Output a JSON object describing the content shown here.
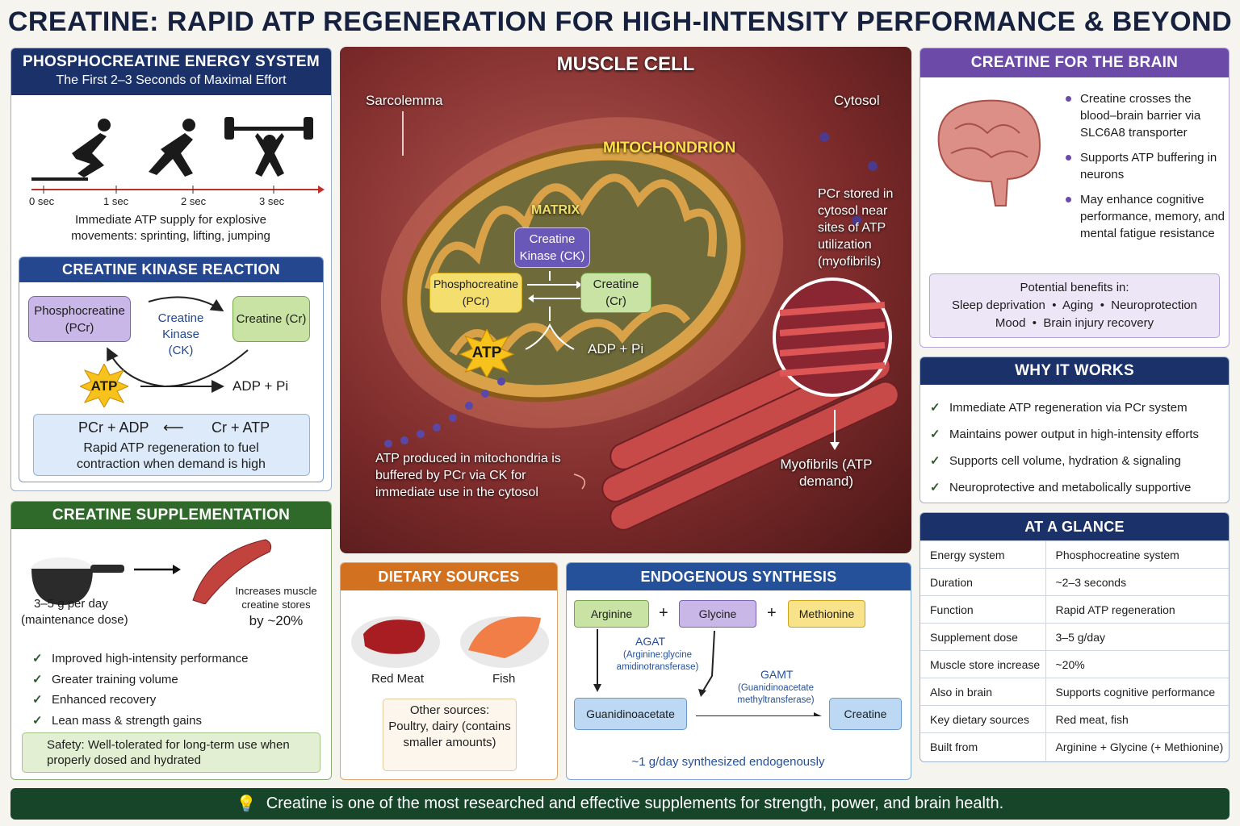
{
  "title": "CREATINE: RAPID ATP REGENERATION FOR HIGH-INTENSITY PERFORMANCE & BEYOND",
  "pcr": {
    "title": "PHOSPHOCREATINE ENERGY SYSTEM",
    "subtitle": "The First 2–3 Seconds of Maximal Effort",
    "ticks": [
      "0 sec",
      "1 sec",
      "2 sec",
      "3 sec"
    ],
    "desc": "Immediate ATP supply for explosive movements: sprinting, lifting, jumping"
  },
  "ck": {
    "title": "CREATINE KINASE REACTION",
    "pcr": "Phosphocreatine (PCr)",
    "cr": "Creatine (Cr)",
    "enzyme": "Creatine Kinase (CK)",
    "atp": "ATP",
    "adp": "ADP + Pi",
    "eq_left": "PCr + ADP",
    "eq_right": "Cr + ATP",
    "eq_desc": "Rapid ATP regeneration to fuel contraction when demand is high"
  },
  "supp": {
    "title": "CREATINE SUPPLEMENTATION",
    "dose": "3–5 g per day",
    "dose_note": "(maintenance dose)",
    "increase": "Increases muscle creatine stores",
    "increase_by": "by ~20%",
    "benefits": [
      "Improved high-intensity performance",
      "Greater training volume",
      "Enhanced recovery",
      "Lean mass & strength gains"
    ],
    "safety": "Safety: Well-tolerated for long-term use when properly dosed and hydrated"
  },
  "cell": {
    "title": "MUSCLE CELL",
    "sarcolemma": "Sarcolemma",
    "cytosol": "Cytosol",
    "mito": "MITOCHONDRION",
    "matrix": "MATRIX",
    "ck": "Creatine Kinase (CK)",
    "pcr": "Phosphocreatine (PCr)",
    "cr": "Creatine (Cr)",
    "atp": "ATP",
    "adp": "ADP + Pi",
    "stored": "PCr stored in cytosol near sites of ATP utilization (myofibrils)",
    "buffer": "ATP produced in mitochondria is buffered by PCr via CK for immediate use in the cytosol",
    "myo": "Myofibrils (ATP demand)"
  },
  "diet": {
    "title": "DIETARY SOURCES",
    "meat": "Red Meat",
    "fish": "Fish",
    "other_title": "Other sources:",
    "other": "Poultry, dairy (contains smaller amounts)"
  },
  "synth": {
    "title": "ENDOGENOUS SYNTHESIS",
    "arg": "Arginine",
    "gly": "Glycine",
    "met": "Methionine",
    "agat": "AGAT",
    "agat_full": "(Arginine:glycine amidinotransferase)",
    "gamt": "GAMT",
    "gamt_full": "(Guanidinoacetate methyltransferase)",
    "gaa": "Guanidinoacetate",
    "creatine": "Creatine",
    "note": "~1 g/day synthesized endogenously"
  },
  "brain": {
    "title": "CREATINE FOR THE BRAIN",
    "points": [
      "Creatine crosses the blood–brain barrier via SLC6A8 transporter",
      "Supports ATP buffering in neurons",
      "May enhance cognitive performance, memory, and mental fatigue resistance"
    ],
    "benefit_title": "Potential benefits in:",
    "benefit_1": "Sleep deprivation  •  Aging  •  Neuroprotection",
    "benefit_2": "Mood  •  Brain injury recovery"
  },
  "why": {
    "title": "WHY IT WORKS",
    "items": [
      "Immediate ATP regeneration via PCr system",
      "Maintains power output in high-intensity efforts",
      "Supports cell volume, hydration & signaling",
      "Neuroprotective and metabolically supportive"
    ]
  },
  "glance": {
    "title": "AT A GLANCE",
    "rows": [
      [
        "Energy system",
        "Phosphocreatine system"
      ],
      [
        "Duration",
        "~2–3 seconds"
      ],
      [
        "Function",
        "Rapid ATP regeneration"
      ],
      [
        "Supplement dose",
        "3–5 g/day"
      ],
      [
        "Muscle store increase",
        "~20%"
      ],
      [
        "Also in brain",
        "Supports cognitive performance"
      ],
      [
        "Key dietary sources",
        "Red meat, fish"
      ],
      [
        "Built from",
        "Arginine + Glycine (+ Methionine)"
      ]
    ]
  },
  "footer": "Creatine is one of the most researched and effective supplements for strength, power, and brain health."
}
